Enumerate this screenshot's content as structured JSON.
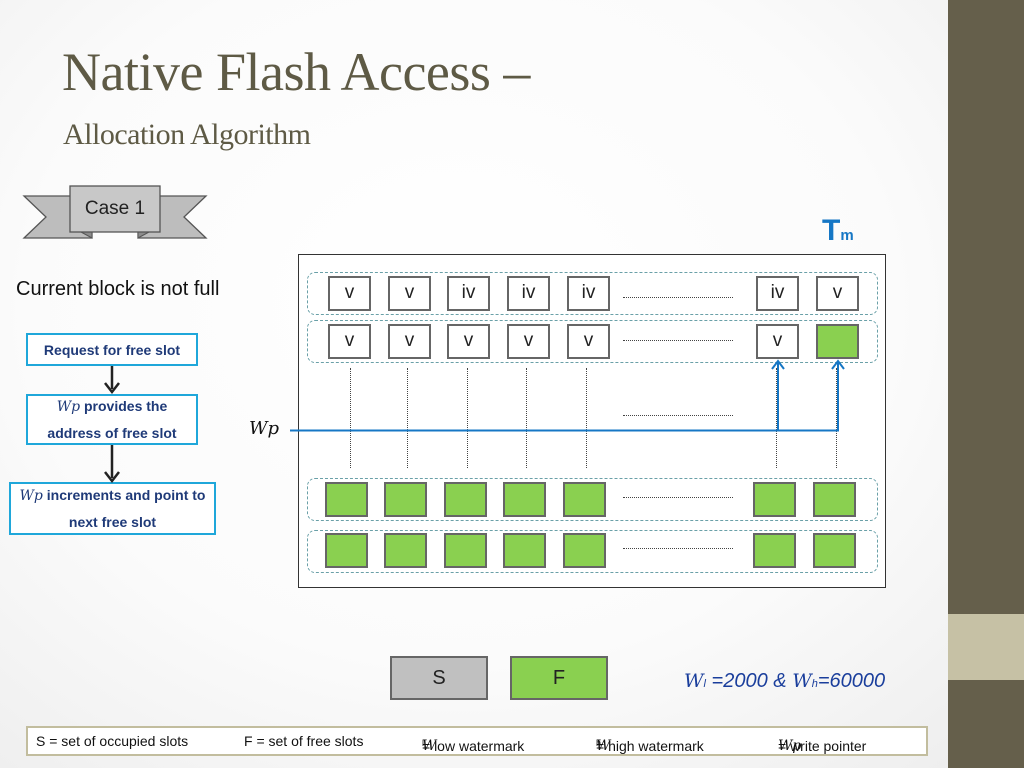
{
  "title": "Native Flash Access –",
  "subtitle": "Allocation Algorithm",
  "case_label": "Case 1",
  "state": "Current block is not full",
  "flow": {
    "step1": "Request for free slot",
    "step2_ptr": "Wp",
    "step2_text": "provides the address of free slot",
    "step3_ptr": "Wp",
    "step3_text": "increments and point to next free slot"
  },
  "table_label": {
    "main": "T",
    "sub": "m"
  },
  "slots": {
    "row1": [
      "v",
      "v",
      "iv",
      "iv",
      "iv",
      "iv",
      "v"
    ],
    "row2": [
      "v",
      "v",
      "v",
      "v",
      "v",
      "v",
      ""
    ]
  },
  "pointer_label": "Wp",
  "legend": {
    "occupied": "S",
    "free": "F"
  },
  "watermarks": {
    "wl": "W",
    "wl_sub": "l",
    "wl_value": "=2000 &",
    "wh": "W",
    "wh_sub": "h",
    "wh_value": "=60000"
  },
  "footer": {
    "s_def": "S = set of occupied slots",
    "f_def": "F = set of free slots",
    "wl_sym": "W",
    "wl_sub": "l",
    "wl_def": " = low watermark",
    "wh_sym": "W",
    "wh_sub": "h",
    "wh_def": " = high watermark",
    "wp_sym": "Wp",
    "wp_def": " = write pointer"
  },
  "colors": {
    "title": "#5e5a45",
    "flow_border": "#1fa7da",
    "flow_text": "#1f3a78",
    "free_slot": "#8ad050",
    "occupied_legend": "#c0c0c0",
    "pointer_line": "#1677c5",
    "side_bar": "#655f4b",
    "side_bar_accent": "#c6c1a5"
  }
}
